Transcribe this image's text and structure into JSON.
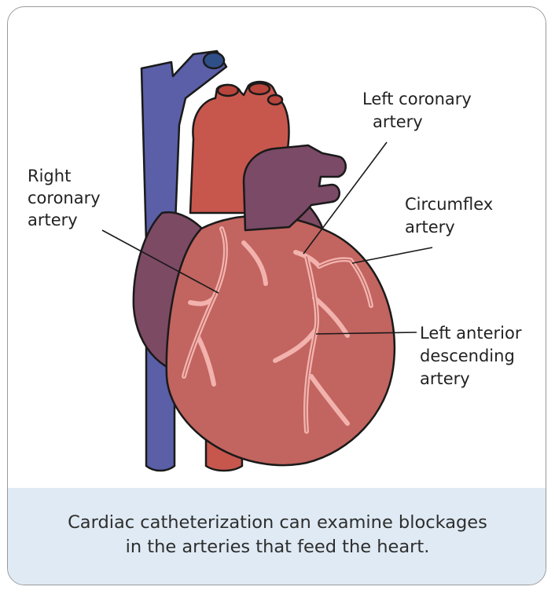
{
  "labels": {
    "right_coronary": [
      "Right",
      "coronary",
      "artery"
    ],
    "left_coronary": [
      "Left coronary",
      "artery"
    ],
    "circumflex": [
      "Circumflex",
      "artery"
    ],
    "lad": [
      "Left anterior",
      "descending",
      "artery"
    ]
  },
  "caption": {
    "line1": "Cardiac catheterization can examine blockages",
    "line2": "in the arteries that feed the heart."
  },
  "colors": {
    "vein": "#5a5fa8",
    "aorta": "#c7574d",
    "ventricle": "#c2645f",
    "atrium": "#7d4a63",
    "pulmonary": "#7a4a66",
    "coronary": "#f2b2ad",
    "caption_bg": "#dfeaf4"
  }
}
